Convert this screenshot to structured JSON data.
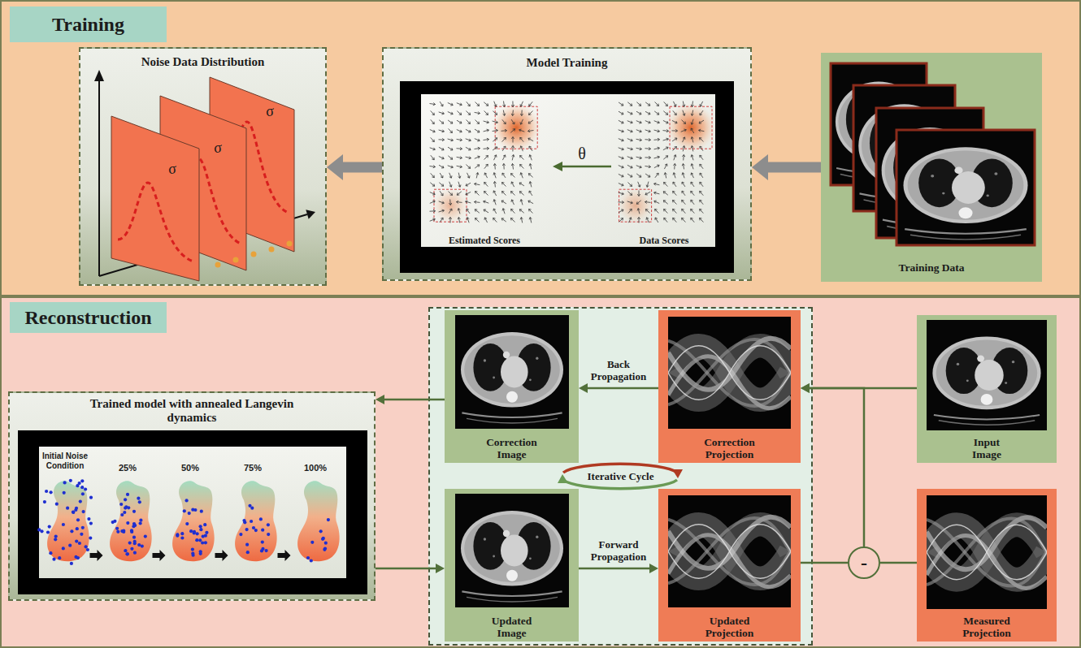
{
  "diagram": {
    "nodes": [
      {
        "text": [
          "Training"
        ]
      },
      {
        "text": [
          "Noise Data Distribution"
        ],
        "in": 0
      },
      {
        "text": [
          "Model Training"
        ],
        "in": 0
      },
      {
        "text": [
          "Training Data"
        ],
        "in": 0
      },
      {
        "text": [
          "Reconstruction"
        ]
      },
      {
        "text": [
          "Trained model with annealed Langevin dynamics"
        ],
        "in": 4
      },
      {
        "text": [
          "Iterative Cycle"
        ],
        "in": 4
      },
      {
        "text": [
          "Correction Image"
        ],
        "in": 6
      },
      {
        "text": [
          "Correction Projection"
        ],
        "in": 6
      },
      {
        "text": [
          "Updated Image"
        ],
        "in": 6
      },
      {
        "text": [
          "Updated Projection"
        ],
        "in": 6
      },
      {
        "text": [
          "Input Image"
        ],
        "in": 4
      },
      {
        "text": [
          "Measured Projection"
        ],
        "in": 4
      },
      {
        "text": [
          "-"
        ],
        "in": 4
      }
    ],
    "edges": [
      {
        "from": 3,
        "to": 2,
        "arrow": "to"
      },
      {
        "from": 2,
        "to": 1,
        "arrow": "to"
      },
      {
        "from": 8,
        "to": 7,
        "label": "Back Propagation",
        "arrow": "to"
      },
      {
        "from": 9,
        "to": 10,
        "label": "Forward Propagation",
        "arrow": "to"
      },
      {
        "from": 7,
        "to": 5,
        "arrow": "to"
      },
      {
        "from": 5,
        "to": 9,
        "arrow": "to"
      },
      {
        "from": 10,
        "to": 13,
        "arrow": "none"
      },
      {
        "from": 12,
        "to": 13,
        "arrow": "none"
      },
      {
        "from": 13,
        "to": 8,
        "arrow": "to"
      },
      {
        "from": 11,
        "to": 8,
        "arrow": "to"
      }
    ],
    "labels": [
      "σ",
      "σ",
      "σ",
      "Estimated Scores",
      "Data Scores",
      "θ",
      "Initial Noise Condition",
      "25%",
      "50%",
      "75%",
      "100%"
    ]
  }
}
